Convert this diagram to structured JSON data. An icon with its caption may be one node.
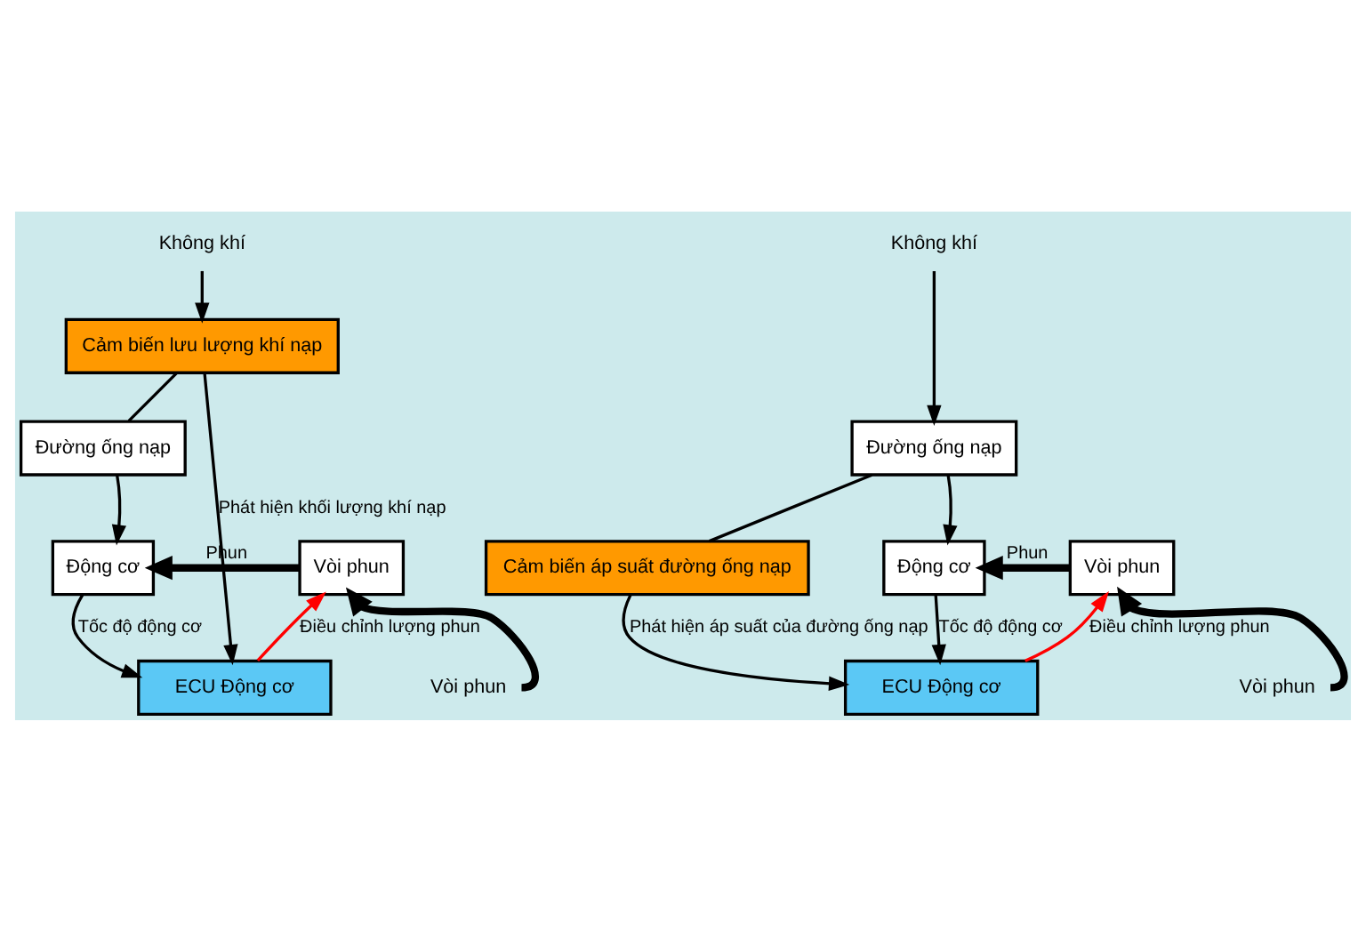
{
  "diagram": {
    "nodes": [
      {
        "text": [
          "Không khí"
        ]
      },
      {
        "text": [
          "Cảm biến lưu lượng khí nạp"
        ]
      },
      {
        "text": [
          "Đường ống nạp"
        ]
      },
      {
        "text": [
          "Động cơ"
        ]
      },
      {
        "text": [
          "Vòi phun"
        ]
      },
      {
        "text": [
          "Vòi phun"
        ]
      },
      {
        "text": [
          "ECU Động cơ"
        ]
      },
      {
        "text": [
          "Không khí"
        ]
      },
      {
        "text": [
          "Đường ống nạp"
        ]
      },
      {
        "text": [
          "Cảm biến áp suất đường ống nạp"
        ]
      },
      {
        "text": [
          "Động cơ"
        ]
      },
      {
        "text": [
          "Vòi phun"
        ]
      },
      {
        "text": [
          "Vòi phun"
        ]
      },
      {
        "text": [
          "ECU Động cơ"
        ]
      }
    ],
    "edges": [
      {
        "from": 0,
        "to": 1,
        "arrow": "to"
      },
      {
        "from": 1,
        "to": 2,
        "arrow": "none"
      },
      {
        "from": 2,
        "to": 3,
        "arrow": "to"
      },
      {
        "from": 4,
        "to": 3,
        "arrow": "to",
        "label": "Phun",
        "style": "thick"
      },
      {
        "from": 5,
        "to": 4,
        "arrow": "to",
        "style": "thick"
      },
      {
        "from": 1,
        "to": 6,
        "arrow": "to",
        "label": "Phát hiện khối lượng khí nạp"
      },
      {
        "from": 3,
        "to": 6,
        "arrow": "to",
        "label": "Tốc độ động cơ"
      },
      {
        "from": 6,
        "to": 4,
        "arrow": "to",
        "label": "Điều chỉnh lượng phun",
        "color": "#ff0000"
      },
      {
        "from": 7,
        "to": 8,
        "arrow": "to"
      },
      {
        "from": 8,
        "to": 9,
        "arrow": "none"
      },
      {
        "from": 8,
        "to": 10,
        "arrow": "to"
      },
      {
        "from": 11,
        "to": 10,
        "arrow": "to",
        "label": "Phun",
        "style": "thick"
      },
      {
        "from": 12,
        "to": 11,
        "arrow": "to",
        "style": "thick"
      },
      {
        "from": 9,
        "to": 13,
        "arrow": "to",
        "label": "Phát hiện áp suất của đường ống nạp"
      },
      {
        "from": 10,
        "to": 13,
        "arrow": "to",
        "label": "Tốc độ động cơ"
      },
      {
        "from": 13,
        "to": 11,
        "arrow": "to",
        "label": "Điều chỉnh lượng phun",
        "color": "#ff0000"
      }
    ]
  }
}
